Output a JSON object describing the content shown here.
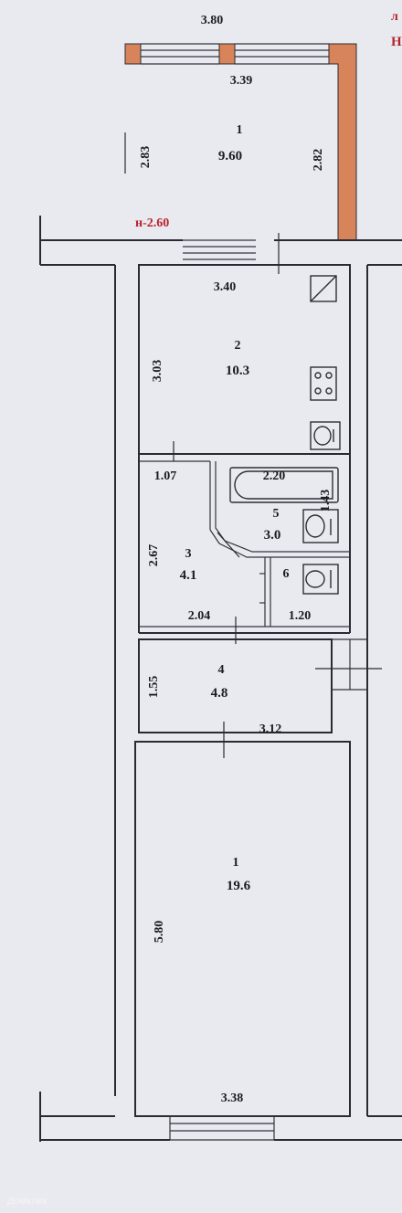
{
  "balcony": {
    "num": "1",
    "area": "9.60",
    "top_width": "3.80",
    "inner_width": "3.39",
    "left_height": "2.83",
    "right_height": "2.82",
    "level": "н-2.60"
  },
  "kitchen": {
    "num": "2",
    "area": "10.3",
    "width": "3.40",
    "height": "3.03"
  },
  "hall": {
    "num": "3",
    "area": "4.1",
    "width_top": "1.07",
    "height": "2.67",
    "width_bottom": "2.04"
  },
  "bathroom": {
    "num": "5",
    "area": "3.0",
    "width": "2.20",
    "height": "1.43"
  },
  "wc": {
    "num": "6",
    "width": "1.20"
  },
  "corridor": {
    "num": "4",
    "area": "4.8",
    "height": "1.55",
    "width": "3.12"
  },
  "room": {
    "num": "1",
    "area": "19.6",
    "height": "5.80",
    "width": "3.38"
  },
  "corner_text": {
    "top": "л",
    "bottom": "Н"
  },
  "watermark": "Домклик",
  "colors": {
    "wall_fill": "#d8845a",
    "red_text": "#b8232b",
    "ink": "#1b1b22",
    "paper": "#e9eaf0"
  }
}
